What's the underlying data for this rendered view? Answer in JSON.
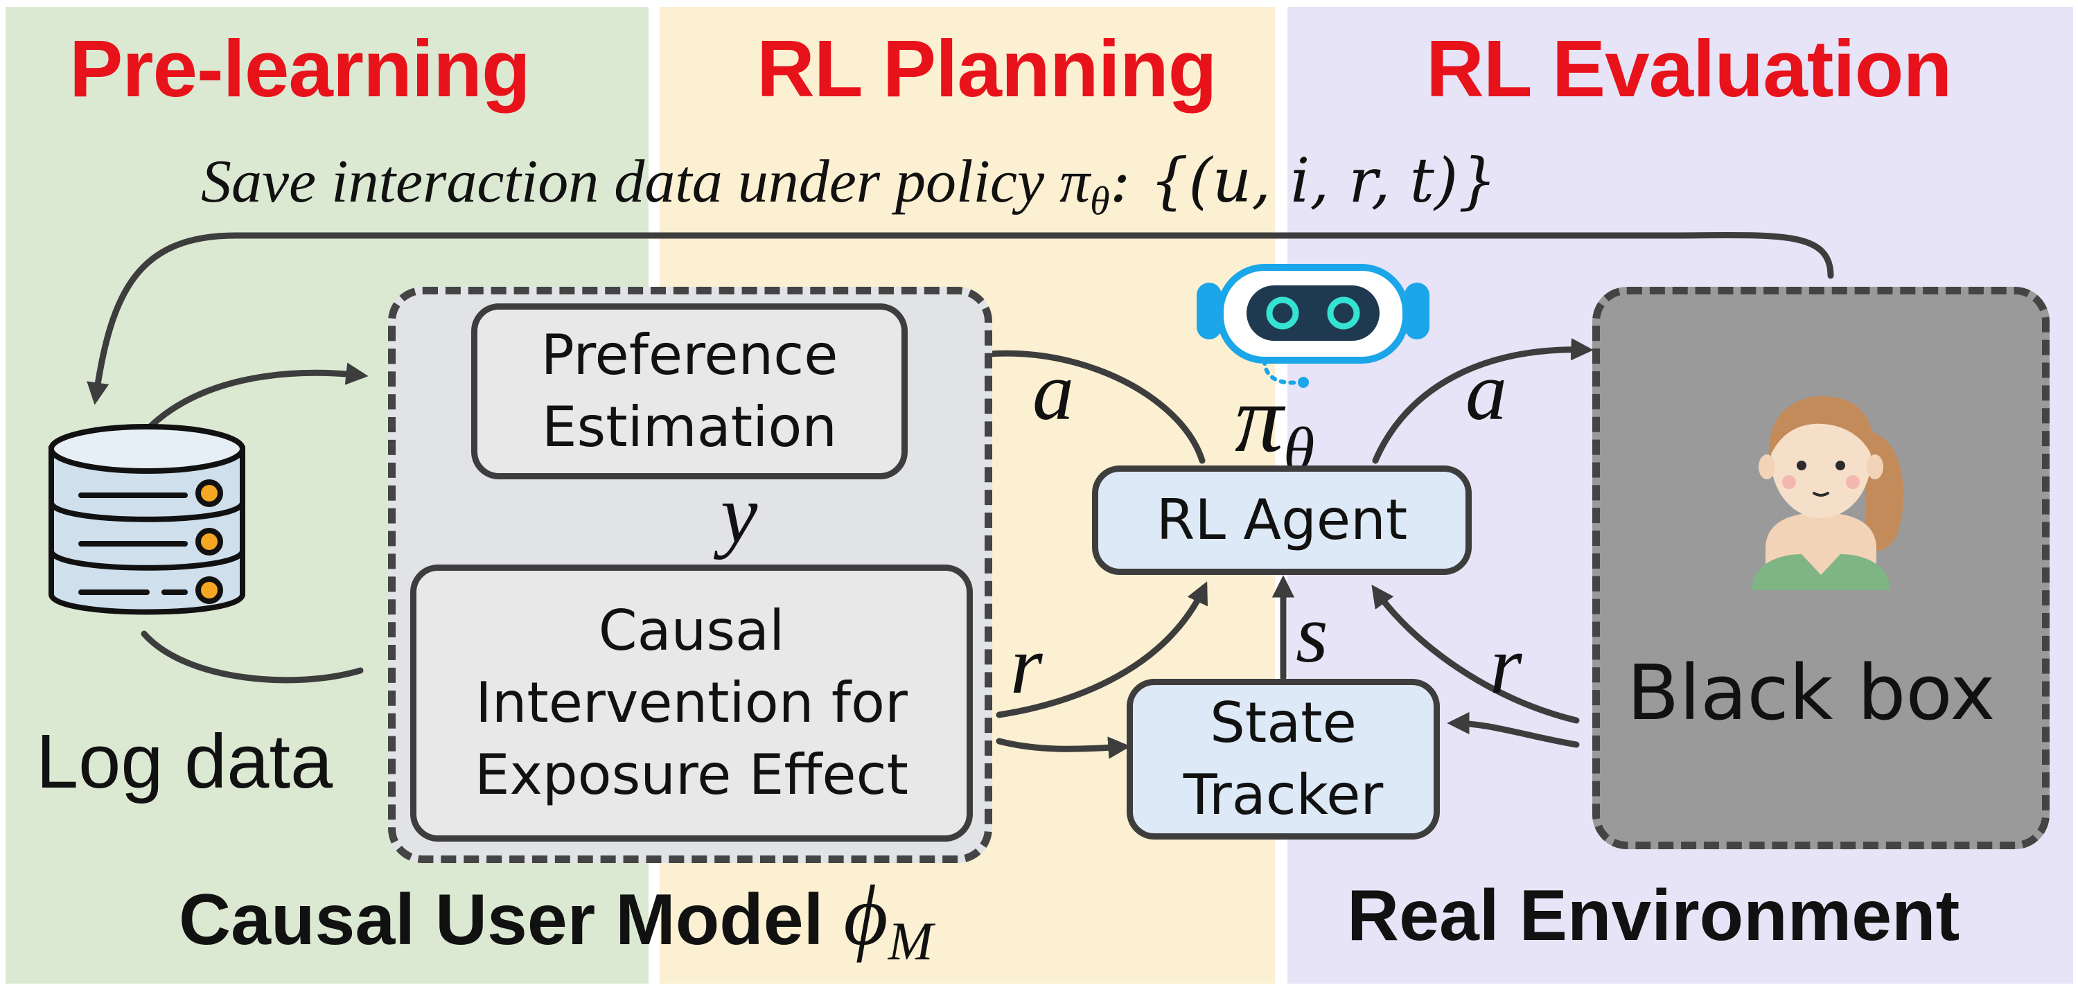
{
  "stages": {
    "pre_learning": "Pre-learning",
    "rl_planning": "RL Planning",
    "rl_evaluation": "RL Evaluation"
  },
  "caption": {
    "text": "Save interaction data under policy ",
    "policy_symbol": "π",
    "policy_subscript": "θ",
    "tuple": ": {(u, i, r, t)}"
  },
  "log_data": {
    "label": "Log data"
  },
  "user_model": {
    "preference_box": "Preference\nEstimation",
    "intervention_box": "Causal\nIntervention for\nExposure Effect",
    "y_label": "y",
    "title": "Causal User Model ",
    "title_symbol": "ϕ",
    "title_subscript": "M"
  },
  "planning": {
    "agent_box": "RL Agent",
    "state_box": "State\nTracker",
    "policy_symbol": "π",
    "policy_subscript": "θ",
    "action_label": "a",
    "reward_label": "r",
    "state_label": "s"
  },
  "environment": {
    "black_box_label": "Black box",
    "action_label": "a",
    "reward_label": "r",
    "title": "Real Environment"
  },
  "colors": {
    "stage_title": "#e8121b",
    "pre_learning_bg": "#dbe9d2",
    "planning_bg": "#fcf0d2",
    "evaluation_bg": "#e7e4f7",
    "blue_box": "#dde9f6",
    "black_box_bg": "#9a9a9a",
    "robot_accent": "#1aa6e8"
  },
  "icons": [
    "database-icon",
    "robot-icon",
    "user-avatar-icon"
  ]
}
